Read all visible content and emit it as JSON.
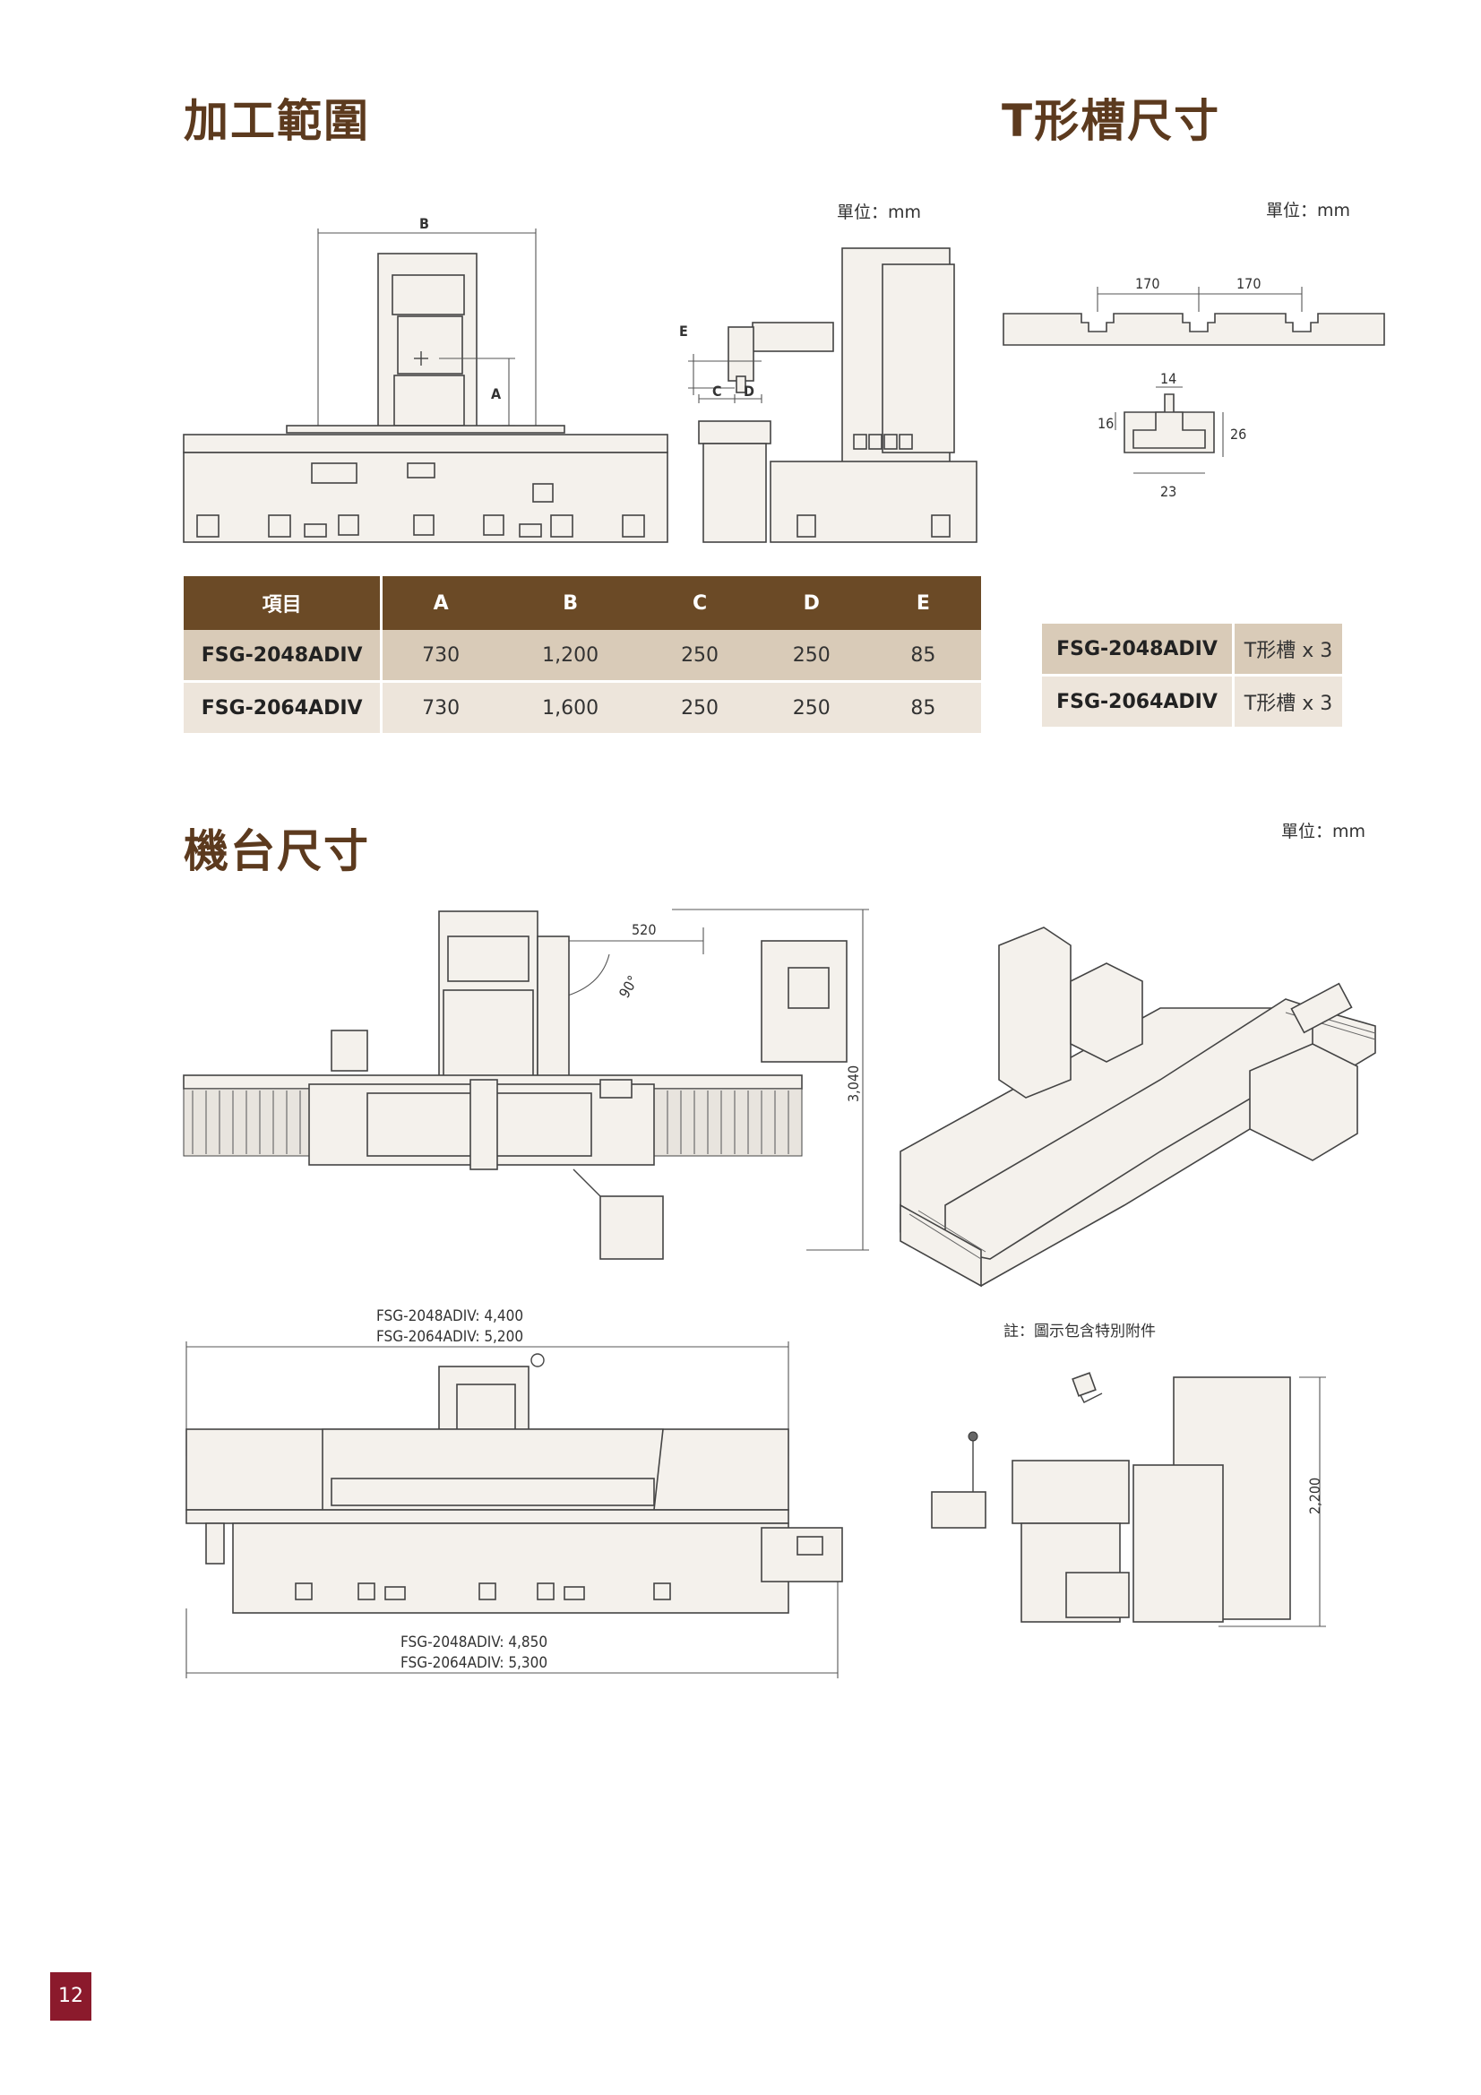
{
  "sections": {
    "machining_range": "加工範圍",
    "t_slot": "T形槽尺寸",
    "machine_dims": "機台尺寸"
  },
  "unit_label": "單位：mm",
  "range_drawing": {
    "label_a": "A",
    "label_b": "B",
    "label_c": "C",
    "label_d": "D",
    "label_e": "E"
  },
  "range_table": {
    "headers": [
      "項目",
      "A",
      "B",
      "C",
      "D",
      "E"
    ],
    "rows": [
      [
        "FSG-2048ADIV",
        "730",
        "1,200",
        "250",
        "250",
        "85"
      ],
      [
        "FSG-2064ADIV",
        "730",
        "1,600",
        "250",
        "250",
        "85"
      ]
    ]
  },
  "tslot_drawing": {
    "pitch1": "170",
    "pitch2": "170",
    "top_w": "14",
    "depth_top": "16",
    "depth": "26",
    "bottom_w": "23"
  },
  "tslot_table": {
    "rows": [
      [
        "FSG-2048ADIV",
        "T形槽 x 3"
      ],
      [
        "FSG-2064ADIV",
        "T形槽 x 3"
      ]
    ]
  },
  "machine_drawing": {
    "top_width": "520",
    "angle": "90°",
    "depth": "3,040",
    "height": "2,200",
    "length_top_1": "FSG-2048ADIV: 4,400",
    "length_top_2": "FSG-2064ADIV: 5,200",
    "length_bottom_1": "FSG-2048ADIV: 4,850",
    "length_bottom_2": "FSG-2064ADIV: 5,300"
  },
  "note": "註：圖示包含特別附件",
  "page_number": "12"
}
